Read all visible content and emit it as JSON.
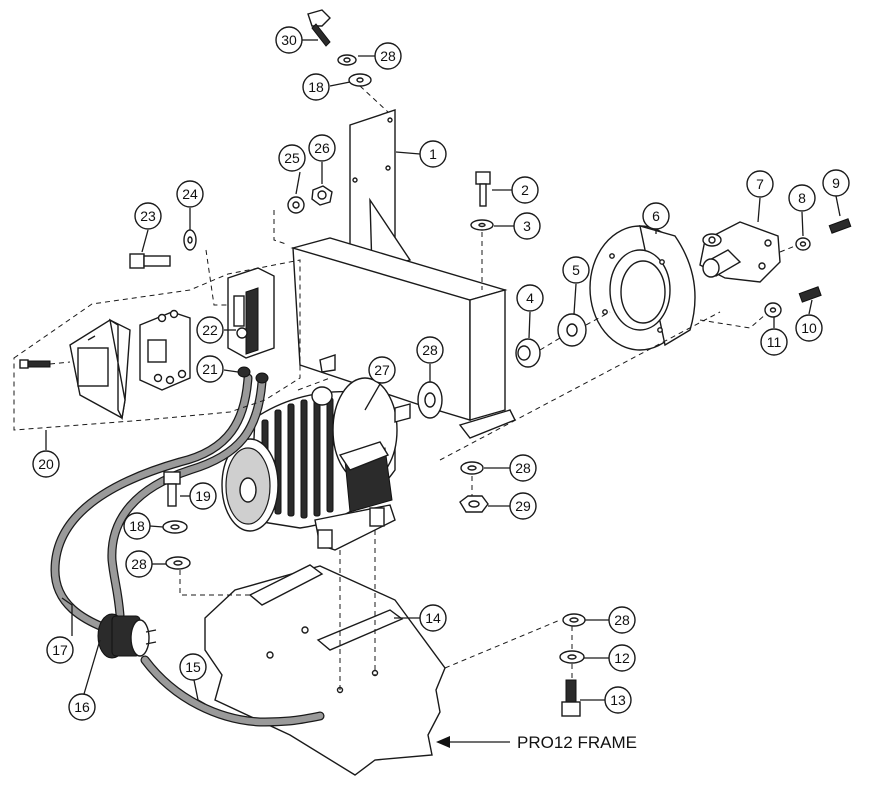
{
  "frame_label": "PRO12 FRAME",
  "callouts": [
    "30",
    "28",
    "18",
    "1",
    "25",
    "26",
    "2",
    "3",
    "24",
    "23",
    "7",
    "9",
    "8",
    "6",
    "5",
    "4",
    "22",
    "28",
    "21",
    "27",
    "20",
    "10",
    "11",
    "28",
    "29",
    "19",
    "18",
    "28",
    "14",
    "28",
    "12",
    "17",
    "16",
    "15",
    "13"
  ]
}
